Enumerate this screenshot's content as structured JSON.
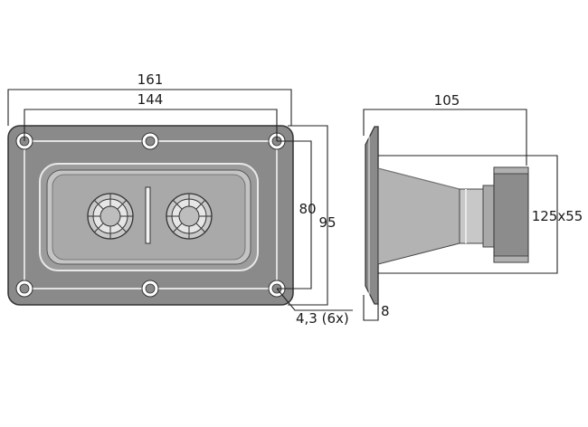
{
  "front_view": {
    "overall_width": "161",
    "hole_spacing_width": "144",
    "hole_spacing_height": "80",
    "overall_height": "95",
    "hole_spec": "4,3 (6x)"
  },
  "side_view": {
    "depth": "105",
    "horn_mouth": "125x55",
    "flange_thickness": "8"
  },
  "colors": {
    "plate": "#8a8a8a",
    "plate_edge": "#333333",
    "panel": "#c4c4c4",
    "panel_inner": "#a9a9a9",
    "horn": "#b3b3b3",
    "driver": "#8c8c8c"
  }
}
